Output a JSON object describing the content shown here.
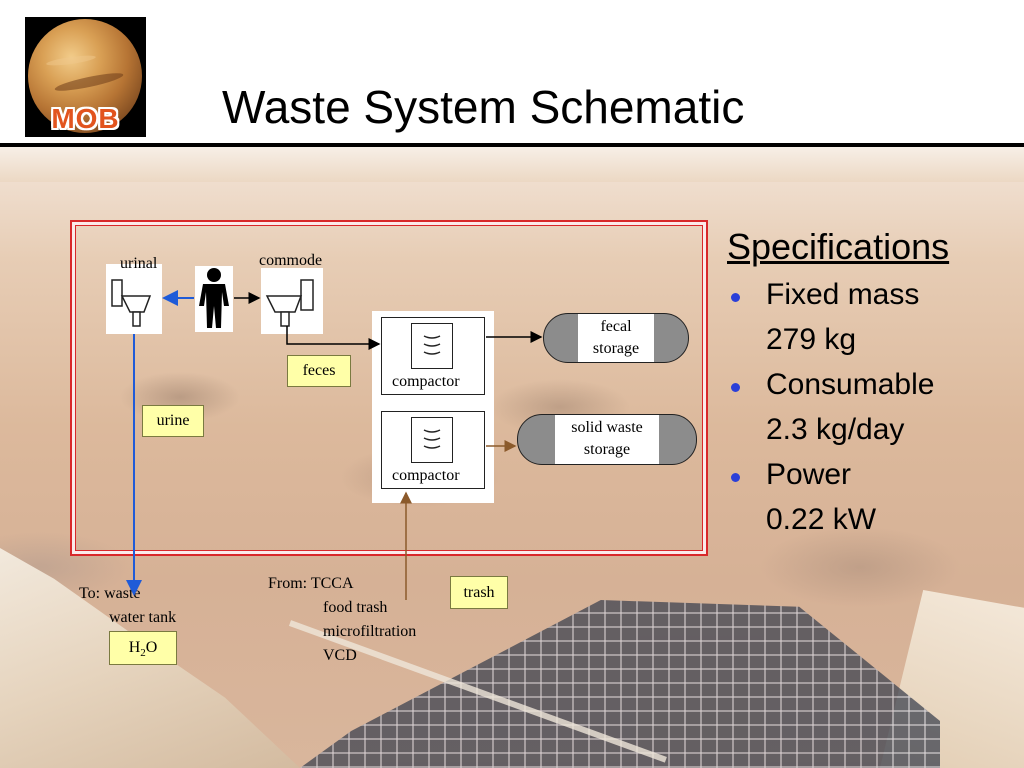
{
  "header": {
    "logo_text": "MOB",
    "title": "Waste System Schematic"
  },
  "diagram": {
    "urinal_label": "urinal",
    "commode_label": "commode",
    "feces_label": "feces",
    "urine_label": "urine",
    "compactor_top_label": "compactor",
    "compactor_bottom_label": "compactor",
    "fecal_storage_line1": "fecal",
    "fecal_storage_line2": "storage",
    "solid_waste_line1": "solid waste",
    "solid_waste_line2": "storage",
    "to_waste_line1": "To: waste",
    "to_waste_line2": "water tank",
    "h2o_main": "H",
    "h2o_sub": "2",
    "h2o_end": "O",
    "from_line1": "From: TCCA",
    "from_line2": "food trash",
    "from_line3": "microfiltration",
    "from_line4": "VCD",
    "trash_label": "trash",
    "icons": [
      "person-icon",
      "urinal-icon",
      "commode-icon",
      "compactor-icon"
    ],
    "colors": {
      "frame": "#d8282a",
      "urine_arrow": "#1f5bd8",
      "trash_arrow": "#8b5a2b",
      "label_fill": "#ffffa8",
      "storage_cap": "#8c8c8c"
    }
  },
  "specs": {
    "title": "Specifications",
    "items": [
      {
        "label": "Fixed mass",
        "value": "279 kg"
      },
      {
        "label": "Consumable",
        "value": "2.3 kg/day"
      },
      {
        "label": "Power",
        "value": "0.22 kW"
      }
    ],
    "bullet_color": "#2a3fd8"
  }
}
